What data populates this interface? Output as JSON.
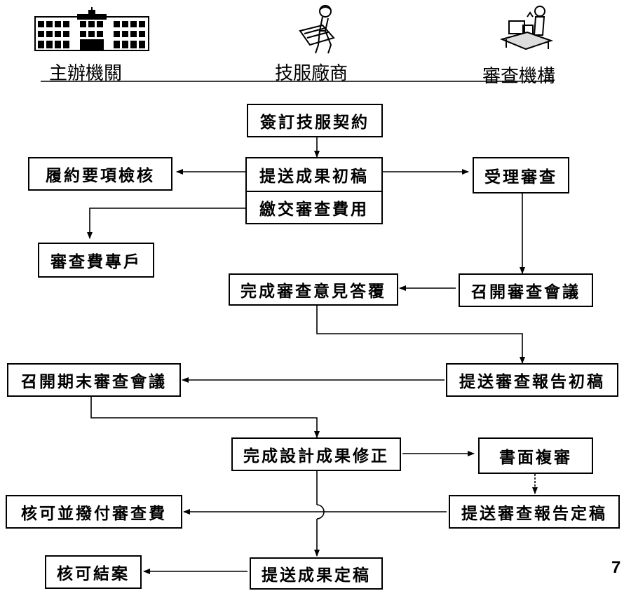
{
  "header": {
    "columns": [
      {
        "label": "主辦機關",
        "icon": "government-building-icon"
      },
      {
        "label": "技服廠商",
        "icon": "engineer-drafting-icon"
      },
      {
        "label": "審查機構",
        "icon": "review-meeting-icon"
      }
    ]
  },
  "nodes": {
    "sign_contract": "簽訂技服契約",
    "contract_check": "履約要項檢核",
    "submit_draft": "提送成果初稿",
    "accept_review": "受理審查",
    "pay_review_fee": "繳交審查費用",
    "fee_account": "審查費專戶",
    "reply_comments": "完成審查意見答覆",
    "hold_review_meeting": "召開審查會議",
    "hold_final_meeting": "召開期末審查會議",
    "submit_review_draft": "提送審查報告初稿",
    "design_revision": "完成設計成果修正",
    "written_rereview": "書面複審",
    "approve_pay_fee": "核可並撥付審查費",
    "submit_review_final": "提送審查報告定稿",
    "approve_close": "核可結案",
    "submit_final": "提送成果定稿"
  },
  "page_number": "7"
}
